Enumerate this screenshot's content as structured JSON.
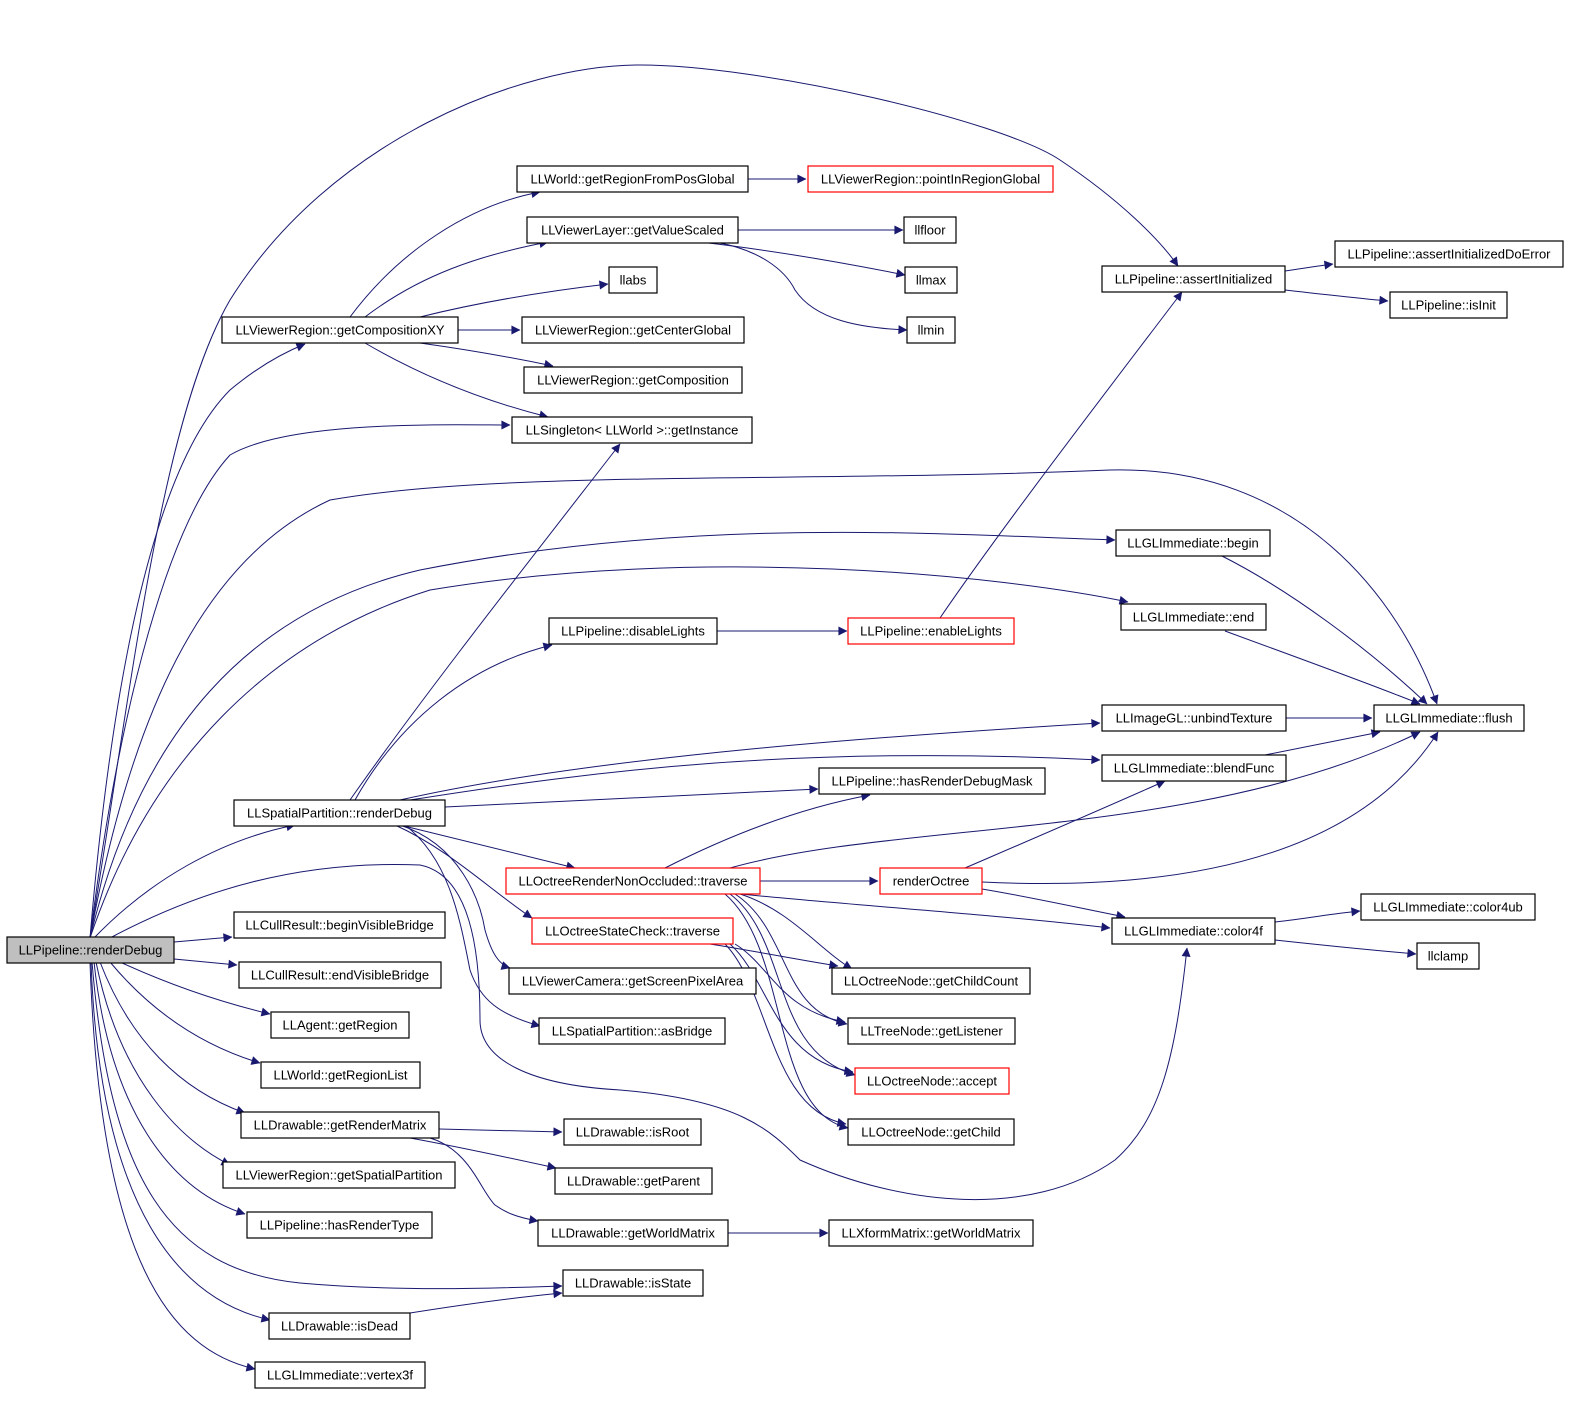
{
  "root": "LLPipeline::renderDebug",
  "colors": {
    "edge": "#191970",
    "node_border": "#000000",
    "truncated_border": "#ff0000",
    "root_fill": "#bfbfbf"
  },
  "nodes": {
    "renderDebug": "LLPipeline::renderDebug",
    "getRegionFromPosGlobal": "LLWorld::getRegionFromPosGlobal",
    "pointInRegionGlobal": "LLViewerRegion::pointInRegionGlobal",
    "getValueScaled": "LLViewerLayer::getValueScaled",
    "llfloor": "llfloor",
    "llabs": "llabs",
    "llmax": "llmax",
    "llmin": "llmin",
    "getCompositionXY": "LLViewerRegion::getCompositionXY",
    "getCenterGlobal": "LLViewerRegion::getCenterGlobal",
    "getComposition": "LLViewerRegion::getComposition",
    "getInstance": "LLSingleton< LLWorld >::getInstance",
    "assertInitialized": "LLPipeline::assertInitialized",
    "assertInitializedDoError": "LLPipeline::assertInitializedDoError",
    "isInit": "LLPipeline::isInit",
    "glBegin": "LLGLImmediate::begin",
    "glEnd": "LLGLImmediate::end",
    "disableLights": "LLPipeline::disableLights",
    "enableLights": "LLPipeline::enableLights",
    "unbindTexture": "LLImageGL::unbindTexture",
    "flush": "LLGLImmediate::flush",
    "blendFunc": "LLGLImmediate::blendFunc",
    "hasRenderDebugMask": "LLPipeline::hasRenderDebugMask",
    "spRenderDebug": "LLSpatialPartition::renderDebug",
    "renderNonOccluded": "LLOctreeRenderNonOccluded::traverse",
    "renderOctree": "renderOctree",
    "color4ub": "LLGLImmediate::color4ub",
    "color4f": "LLGLImmediate::color4f",
    "llclamp": "llclamp",
    "beginVisibleBridge": "LLCullResult::beginVisibleBridge",
    "stateCheck": "LLOctreeStateCheck::traverse",
    "endVisibleBridge": "LLCullResult::endVisibleBridge",
    "getScreenPixelArea": "LLViewerCamera::getScreenPixelArea",
    "getChildCount": "LLOctreeNode::getChildCount",
    "getAgentRegion": "LLAgent::getRegion",
    "asBridge": "LLSpatialPartition::asBridge",
    "getListener": "LLTreeNode::getListener",
    "getRegionList": "LLWorld::getRegionList",
    "accept": "LLOctreeNode::accept",
    "getRenderMatrix": "LLDrawable::getRenderMatrix",
    "isRoot": "LLDrawable::isRoot",
    "getChild": "LLOctreeNode::getChild",
    "getSpatialPartition": "LLViewerRegion::getSpatialPartition",
    "getParent": "LLDrawable::getParent",
    "hasRenderType": "LLPipeline::hasRenderType",
    "drawableWorldMatrix": "LLDrawable::getWorldMatrix",
    "xformWorldMatrix": "LLXformMatrix::getWorldMatrix",
    "isState": "LLDrawable::isState",
    "isDead": "LLDrawable::isDead",
    "vertex3f": "LLGLImmediate::vertex3f"
  }
}
